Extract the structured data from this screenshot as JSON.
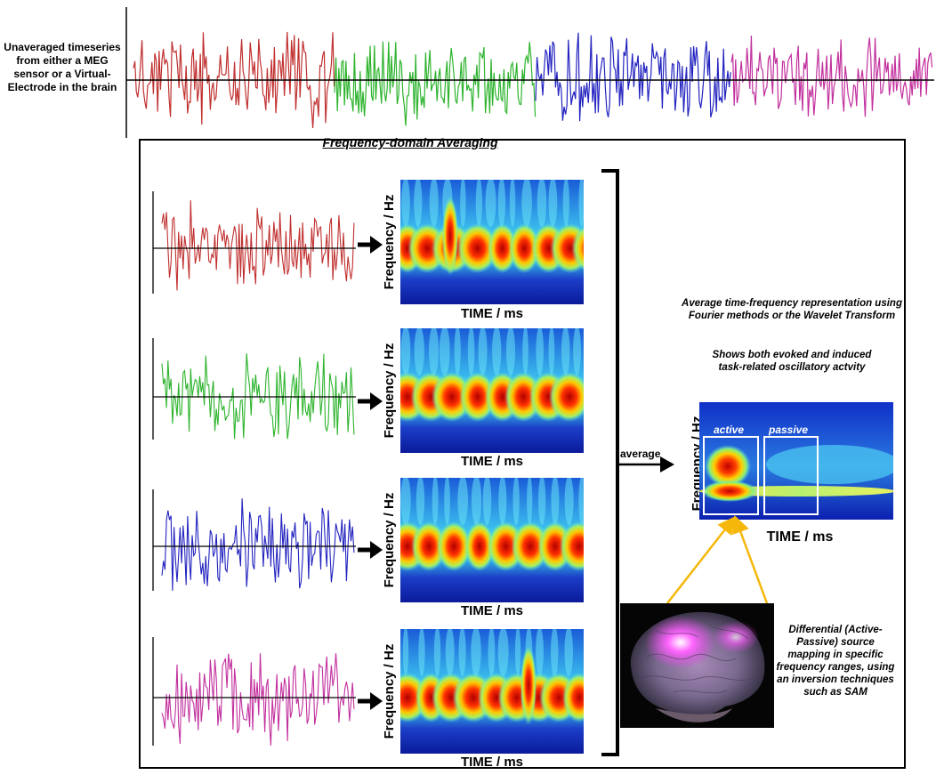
{
  "top_label": "Unaveraged timeseries from either a MEG sensor or a Virtual-Electrode in the brain",
  "frame_title": "Frequency-domain Averaging",
  "spectrogram_ylabel": "Frequency / Hz",
  "spectrogram_xlabel": "TIME / ms",
  "average_label": "average",
  "avg_desc": "Average time-frequency representation using Fourier methods or the Wavelet Transform",
  "shows_desc": "Shows both evoked and induced task-related oscillatory actvity",
  "active_label": "active",
  "passive_label": "passive",
  "brain_desc": "Differential (Active-Passive) source mapping in specific frequency ranges, using an inversion techniques such as SAM",
  "colors": {
    "red": "#c0302f",
    "green": "#2db42d",
    "blue": "#2323c0",
    "magenta": "#c2309e",
    "arrow_yellow": "#f5b70a"
  }
}
